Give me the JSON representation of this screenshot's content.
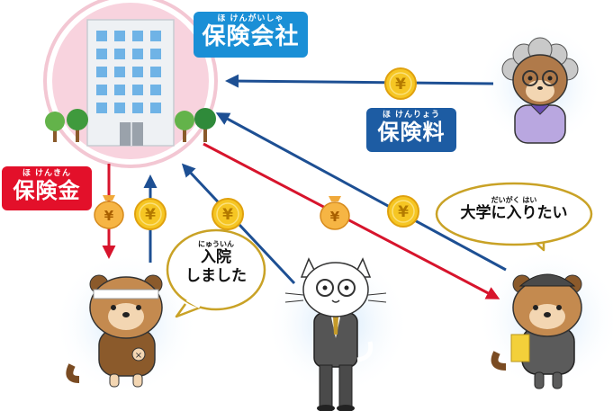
{
  "labels": {
    "insurance_company": {
      "ruby": "ほ けんがいしゃ",
      "text": "保険会社",
      "color": "#1a8fd6"
    },
    "premium": {
      "ruby": "ほ けんりょう",
      "text": "保険料",
      "color": "#1d5ca3"
    },
    "payout": {
      "ruby": "ほ けんきん",
      "text": "保険金",
      "color": "#e3102a"
    }
  },
  "bubbles": {
    "hospital": {
      "ruby": "にゅういん",
      "line1": "入院",
      "line2": "しました"
    },
    "college": {
      "ruby": "だいがく はい",
      "line1": "大学に入りたい"
    }
  },
  "colors": {
    "premium_arrow": "#1d4f93",
    "payout_arrow": "#d7142c",
    "coin": "#f6c623",
    "bubble_border": "#c9a226",
    "company_circle": "#f6cdd8"
  },
  "icons": [
    "building-icon",
    "yen-coin-icon",
    "money-bag-icon",
    "grandmother-icon",
    "injured-raccoon-icon",
    "cat-salesman-icon",
    "student-raccoon-icon",
    "tree-icon"
  ]
}
